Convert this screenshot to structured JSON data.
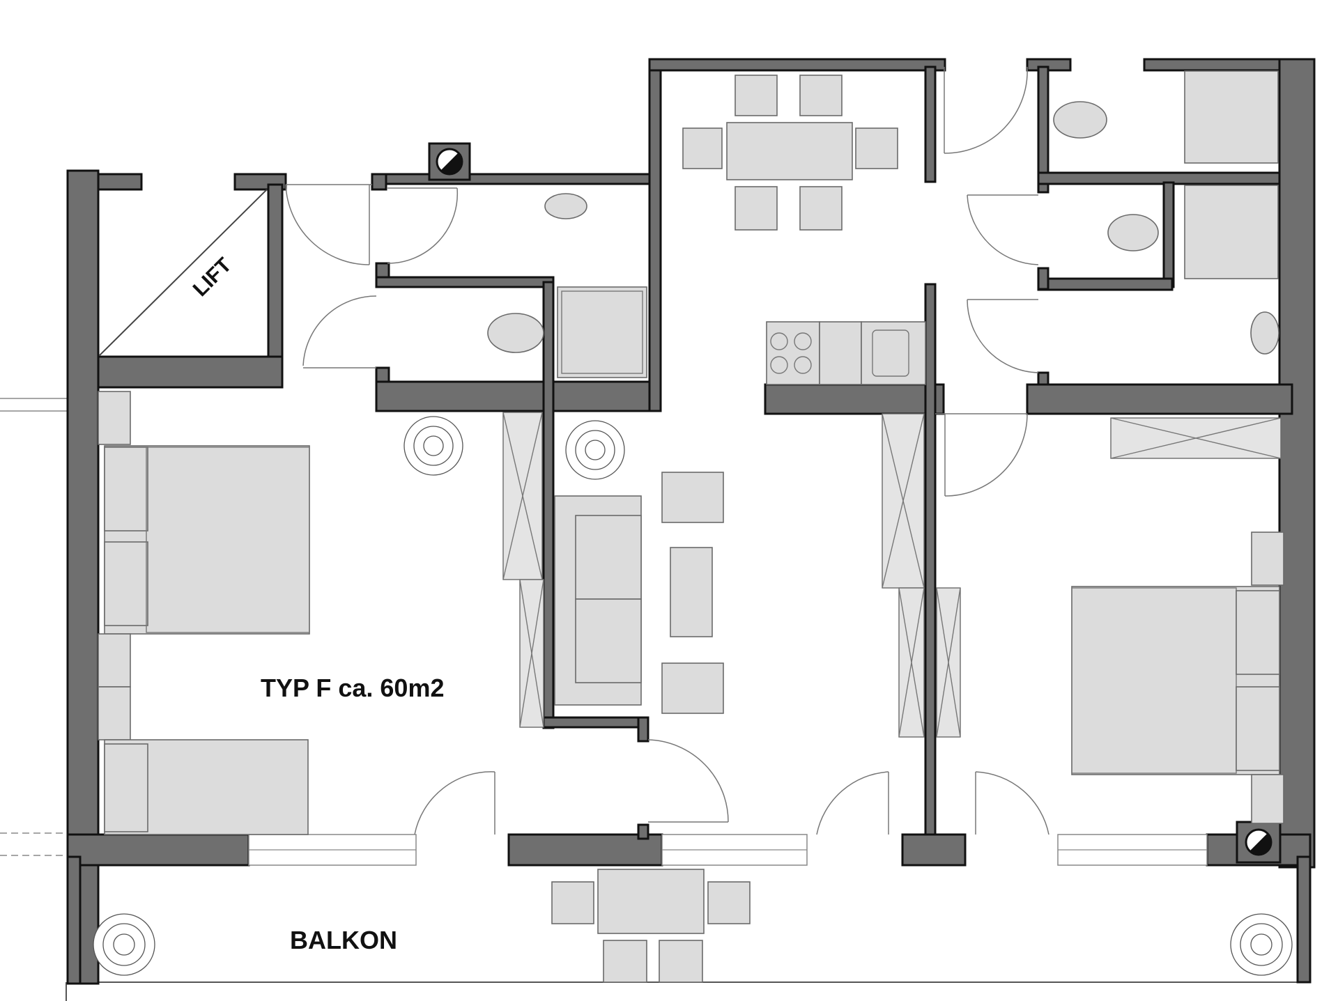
{
  "floorplan": {
    "unit_label": "TYP F ca. 60m2",
    "balcony_label": "BALKON",
    "lift_label": "LIFT"
  },
  "colors": {
    "wall_fill": "#6f6f6f",
    "wall_outline": "#111111",
    "furniture_fill": "#dcdcdc",
    "furniture_outline": "#6a6a6a",
    "background": "#ffffff"
  }
}
